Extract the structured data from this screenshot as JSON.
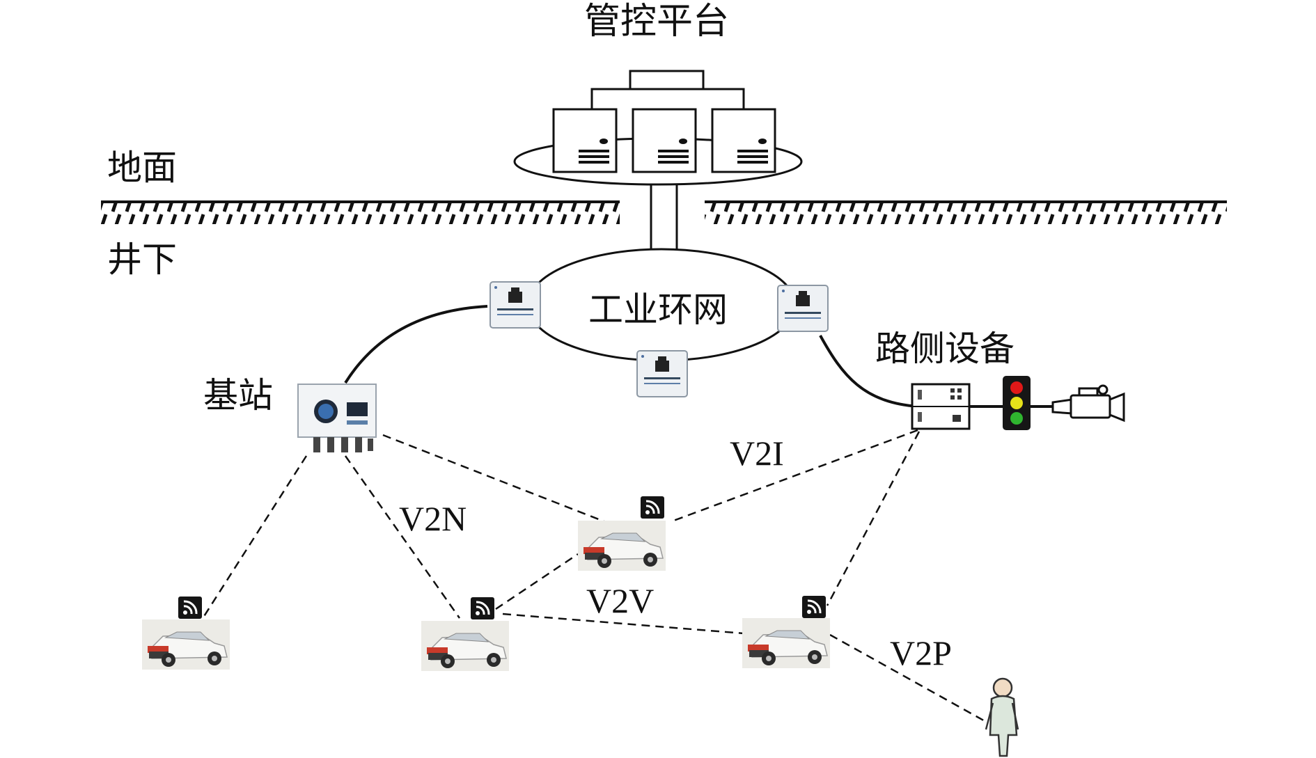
{
  "diagram": {
    "platform_label": "管控平台",
    "surface_label": "地面",
    "underground_label": "井下",
    "ring_label": "工业环网",
    "roadside_label": "路侧设备",
    "base_station_label": "基站",
    "links": {
      "v2i": "V2I",
      "v2n": "V2N",
      "v2v": "V2V",
      "v2p": "V2P"
    }
  },
  "colors": {
    "line": "#111111",
    "light_red": "#e01818",
    "light_yellow": "#e6e21a",
    "light_green": "#2fb52f",
    "car_body": "#f2f2f2",
    "car_grille": "#c83a2a",
    "person": "#dce7dc"
  },
  "icons": [
    "server-icon",
    "switch-icon",
    "base-station-icon",
    "roadside-unit-icon",
    "traffic-light-icon",
    "camera-icon",
    "car-icon",
    "wifi-badge-icon",
    "person-icon"
  ]
}
